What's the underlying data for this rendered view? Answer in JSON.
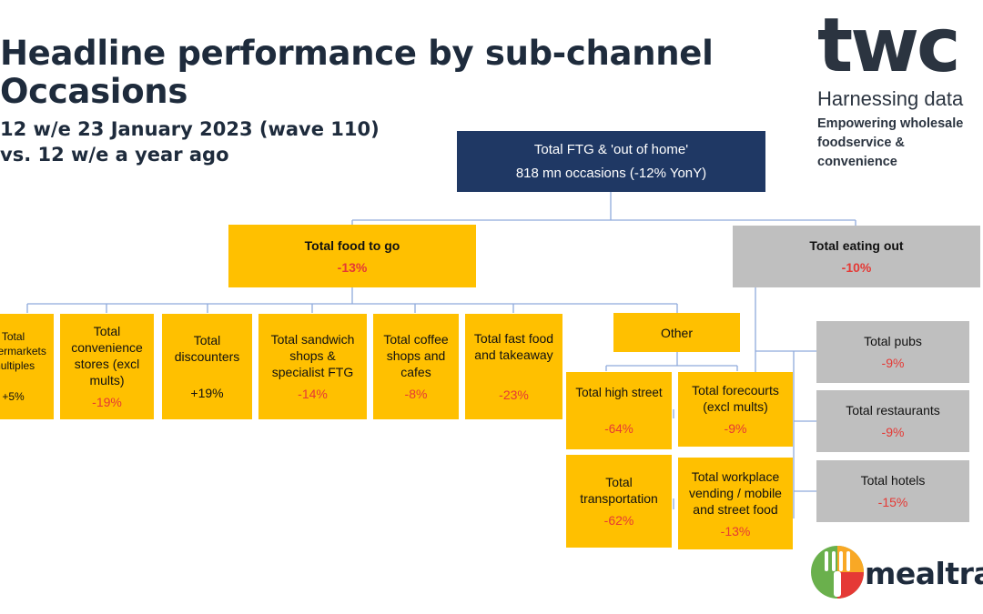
{
  "header": {
    "title": "Headline performance by sub-channel\nOccasions",
    "subtitle": "12 w/e 23 January 2023 (wave 110)\nvs. 12 w/e a year ago"
  },
  "logo": {
    "brand": "twc",
    "tagline": "Harnessing data",
    "description": "Empowering wholesale\nfoodservice & convenience",
    "mealtrak": "mealtrak"
  },
  "colors": {
    "navy": "#1f3864",
    "yellow": "#ffc000",
    "grey": "#bfbfbf",
    "negative": "#e53935",
    "connector": "#8faadc"
  },
  "nodes": {
    "total": {
      "label": "Total FTG & 'out of home'",
      "change": "818 mn occasions (-12% YonY)"
    },
    "food_to_go": {
      "label": "Total food to go",
      "change": "-13%"
    },
    "eating_out": {
      "label": "Total eating out",
      "change": "-10%"
    },
    "supermarkets": {
      "label": "Total\nsupermarkets\nmultiples",
      "change": "+5%"
    },
    "convenience": {
      "label": "Total\nconvenience\nstores (excl\nmults)",
      "change": "-19%"
    },
    "discounters": {
      "label": "Total\ndiscounters",
      "change": "+19%"
    },
    "sandwich": {
      "label": "Total sandwich\nshops &\nspecialist FTG",
      "change": "-14%"
    },
    "coffee": {
      "label": "Total coffee\nshops and\ncafes",
      "change": "-8%"
    },
    "fast_food": {
      "label": "Total fast food\nand takeaway",
      "change": "-23%"
    },
    "other": {
      "label": "Other"
    },
    "high_street": {
      "label": "Total high street",
      "change": "-64%"
    },
    "transportation": {
      "label": "Total\ntransportation",
      "change": "-62%"
    },
    "forecourts": {
      "label": "Total forecourts\n(excl mults)",
      "change": "-9%"
    },
    "workplace": {
      "label": "Total workplace\nvending / mobile\nand street food",
      "change": "-13%"
    },
    "pubs": {
      "label": "Total pubs",
      "change": "-9%"
    },
    "restaurants": {
      "label": "Total restaurants",
      "change": "-9%"
    },
    "hotels": {
      "label": "Total hotels",
      "change": "-15%"
    }
  }
}
